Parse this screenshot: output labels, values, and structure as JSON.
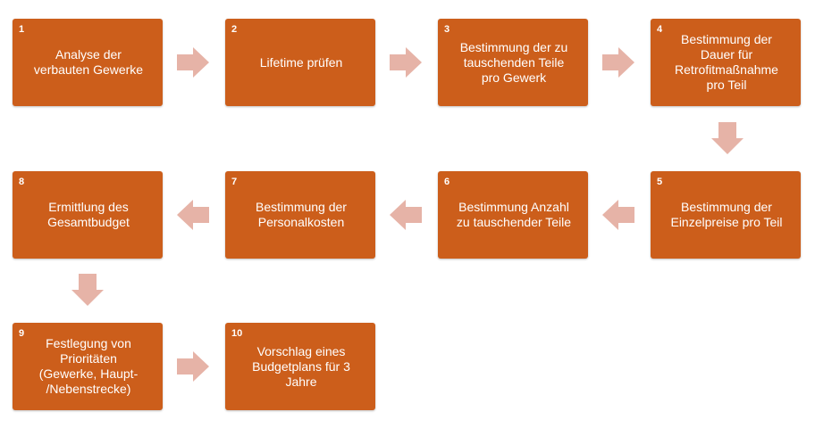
{
  "colors": {
    "box_fill": "#CC5E1B",
    "box_text": "#FFFFFF",
    "arrow_fill": "#E6B3A7"
  },
  "steps": [
    {
      "number": "1",
      "label": "Analyse der\nverbauten Gewerke"
    },
    {
      "number": "2",
      "label": "Lifetime prüfen"
    },
    {
      "number": "3",
      "label": "Bestimmung der zu\ntauschenden Teile\npro Gewerk"
    },
    {
      "number": "4",
      "label": "Bestimmung der\nDauer für\nRetrofitmaßnahme\npro Teil"
    },
    {
      "number": "5",
      "label": "Bestimmung der\nEinzelpreise pro Teil"
    },
    {
      "number": "6",
      "label": "Bestimmung Anzahl\nzu tauschender Teile"
    },
    {
      "number": "7",
      "label": "Bestimmung der\nPersonalkosten"
    },
    {
      "number": "8",
      "label": "Ermittlung des\nGesamtbudget"
    },
    {
      "number": "9",
      "label": "Festlegung von\nPrioritäten\n(Gewerke, Haupt-\n/Nebenstrecke)"
    },
    {
      "number": "10",
      "label": "Vorschlag eines\nBudgetplans für 3\nJahre"
    }
  ]
}
